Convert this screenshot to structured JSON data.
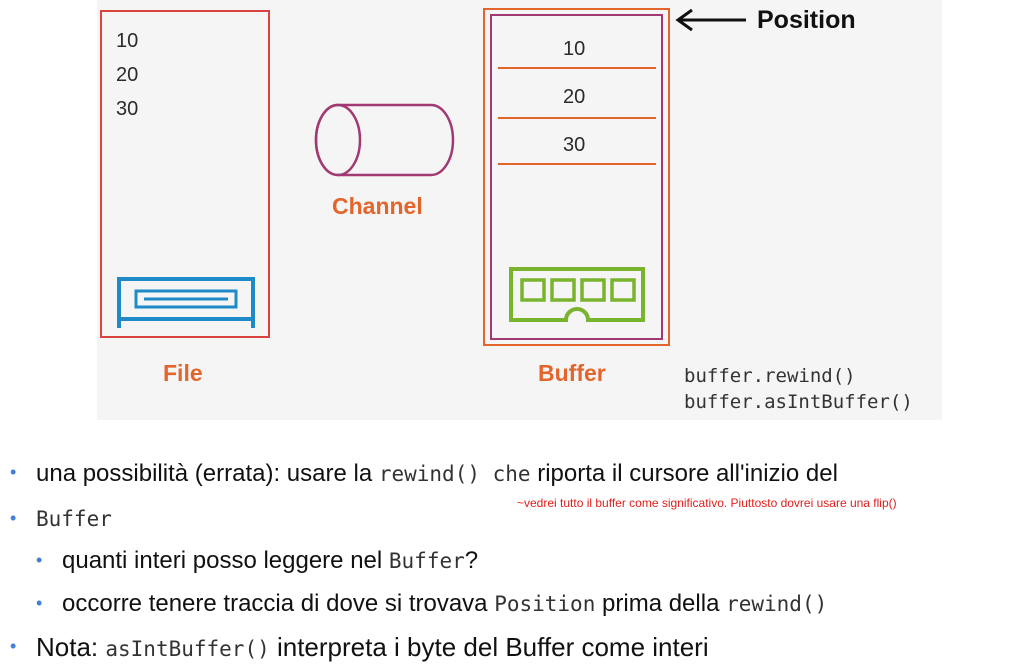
{
  "diagram": {
    "file_values": [
      "10",
      "20",
      "30"
    ],
    "buffer_values": [
      "10",
      "20",
      "30"
    ],
    "channel_label": "Channel",
    "file_label": "File",
    "buffer_label": "Buffer",
    "position_label": "Position",
    "code_lines": [
      "buffer.rewind()",
      "buffer.asIntBuffer()"
    ],
    "colors": {
      "file_border": "#d9443f",
      "buffer_border": "#e4652c",
      "buffer_inner": "#a13a72",
      "disk_icon": "#1e8ac8",
      "memory_icon": "#7ab32e",
      "channel": "#a13a72",
      "bullet": "#3f7fd9",
      "annotation": "#e0201d"
    },
    "icons": {
      "file_icon": "disk-drive-icon",
      "buffer_icon": "memory-chip-icon",
      "channel_icon": "cylinder-icon",
      "arrow_icon": "arrow-left-icon"
    }
  },
  "text": {
    "bullet1_pre": "una possibilità (errata): usare la ",
    "bullet1_code": "rewind() che",
    "bullet1_post": " riporta il cursore all'inizio del",
    "annotation": "~vedrei tutto il buffer come significativo. Piuttosto dovrei usare una flip()",
    "bullet1_cont": "Buffer",
    "sub1_pre": "quanti interi posso leggere nel ",
    "sub1_code": "Buffer",
    "sub1_post": "?",
    "sub2_pre": "occorre tenere traccia di dove si trovava ",
    "sub2_code": "Position",
    "sub2_mid": " prima della ",
    "sub2_code2": "rewind()",
    "bullet2_pre": "Nota: ",
    "bullet2_code": "asIntBuffer()",
    "bullet2_post": " interpreta i byte del Buffer come interi"
  }
}
